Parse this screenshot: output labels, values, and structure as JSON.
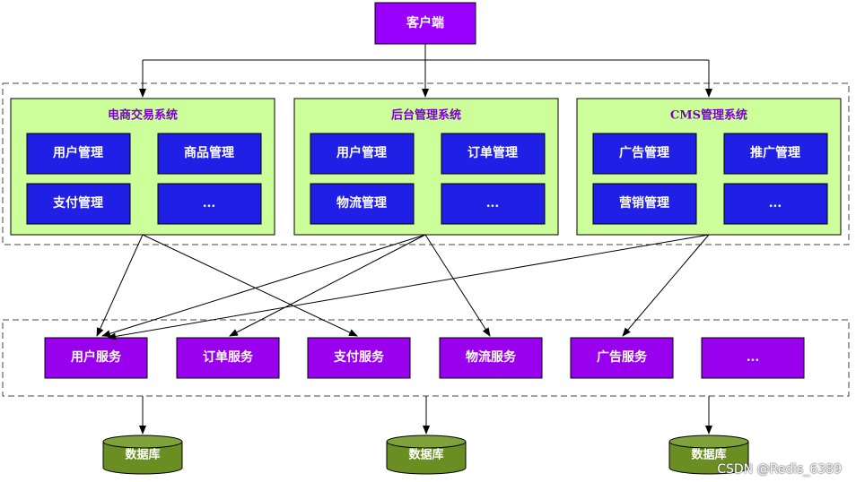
{
  "client": {
    "label": "客户端"
  },
  "systems": [
    {
      "title": "电商交易系统",
      "modules": [
        "用户管理",
        "商品管理",
        "支付管理",
        "..."
      ]
    },
    {
      "title": "后台管理系统",
      "modules": [
        "用户管理",
        "订单管理",
        "物流管理",
        "..."
      ]
    },
    {
      "title": "CMS管理系统",
      "modules": [
        "广告管理",
        "推广管理",
        "营销管理",
        "..."
      ]
    }
  ],
  "services": [
    "用户服务",
    "订单服务",
    "支付服务",
    "物流服务",
    "广告服务",
    "..."
  ],
  "databases": [
    "数据库",
    "数据库",
    "数据库"
  ],
  "watermark": "CSDN @Redis_6389",
  "colors": {
    "client_fill": "#9900ff",
    "system_fill": "#ccff99",
    "module_fill": "#1f1fe6",
    "service_fill": "#9900ee",
    "db_fill": "#6b8e23",
    "label_text": "#ffffff",
    "system_title": "#7a00cc"
  }
}
